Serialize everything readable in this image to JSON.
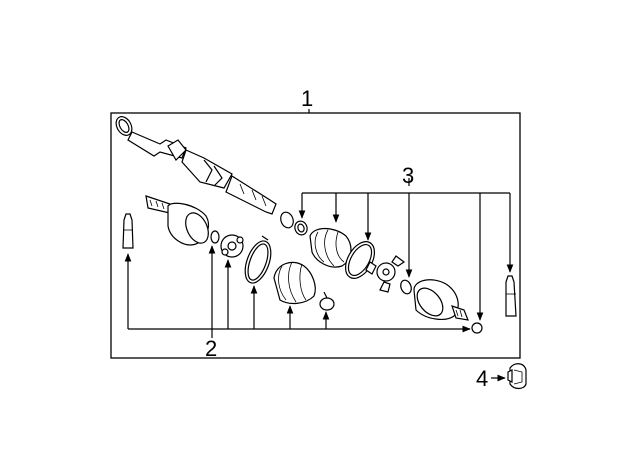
{
  "diagram": {
    "callouts": {
      "assembly": "1",
      "inner_boot_kit": "2",
      "outer_boot_kit": "3",
      "clip": "4"
    },
    "colors": {
      "ink": "#000000",
      "background": "#ffffff"
    }
  }
}
